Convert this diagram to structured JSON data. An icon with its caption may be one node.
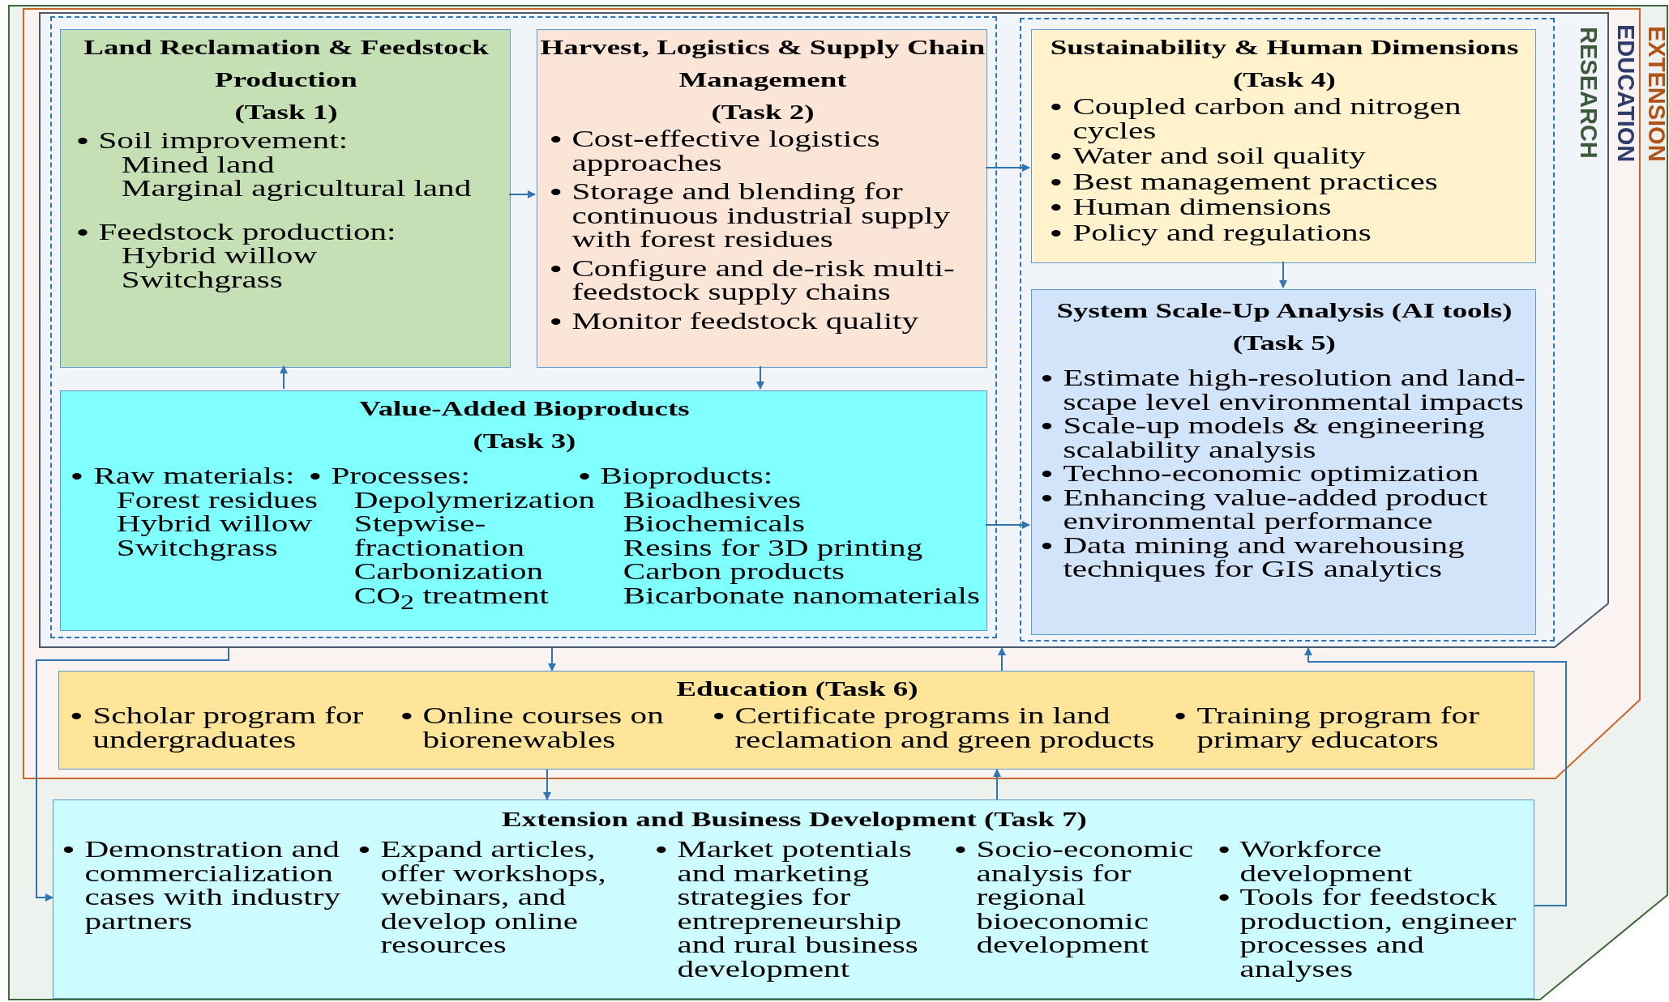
{
  "diagram": {
    "nodes": [
      {
        "text": [
          "EXTENSION"
        ]
      },
      {
        "text": [
          "EDUCATION"
        ],
        "in": 0
      },
      {
        "text": [
          "RESEARCH"
        ],
        "in": 1
      },
      {
        "text": [],
        "shape": "box",
        "in": 2
      },
      {
        "text": [],
        "shape": "box",
        "in": 2
      },
      {
        "text": [
          "Land Reclamation & Feedstock Production",
          "(Task 1)",
          "Soil improvement:",
          "Mined land",
          "Marginal agricultural land",
          "Feedstock production:",
          "Hybrid willow",
          "Switchgrass"
        ],
        "in": 3
      },
      {
        "text": [
          "Harvest, Logistics & Supply Chain Management",
          "(Task 2)",
          "Cost-effective logistics approaches",
          "Storage and blending for continuous industrial supply with forest residues",
          "Configure and de-risk multi-feedstock supply chains",
          "Monitor feedstock quality"
        ],
        "in": 3
      },
      {
        "text": [
          "Value-Added Bioproducts",
          "(Task 3)",
          "Raw materials:",
          "Forest residues",
          "Hybrid willow",
          "Switchgrass",
          "Processes:",
          "Depolymerization",
          "Stepwise-fractionation",
          "Carbonization",
          "CO$_{2}$ treatment",
          "Bioproducts:",
          "Bioadhesives",
          "Biochemicals",
          "Resins for 3D printing",
          "Carbon products",
          "Bicarbonate nanomaterials"
        ],
        "in": 3
      },
      {
        "text": [
          "Sustainability & Human Dimensions",
          "(Task 4)",
          "Coupled carbon and nitrogen cycles",
          "Water and soil quality",
          "Best management practices",
          "Human dimensions",
          "Policy and regulations"
        ],
        "in": 4
      },
      {
        "text": [
          "System Scale-Up Analysis (AI tools)",
          "(Task 5)",
          "Estimate high-resolution and land-scape level environmental impacts",
          "Scale-up models & engineering scalability analysis",
          "Techno-economic optimization",
          "Enhancing value-added product environmental performance",
          "Data mining and warehousing techniques for GIS analytics"
        ],
        "in": 4
      },
      {
        "text": [
          "Education (Task 6)",
          "Scholar program for undergraduates",
          "Online courses on biorenewables",
          "Certificate programs in land reclamation and green products",
          "Training program for primary educators"
        ],
        "in": 1
      },
      {
        "text": [
          "Extension and Business Development (Task 7)",
          "Demonstration and commercialization cases with industry partners",
          "Expand articles, offer workshops, webinars, and develop online resources",
          "Market potentials and marketing strategies for entrepreneurship and rural business development",
          "Socio-economic analysis for regional bioeconomic development",
          "Workforce development",
          "Tools for feedstock production, engineer processes and analyses"
        ],
        "in": 0
      }
    ],
    "edges": [
      {
        "from": 5,
        "to": 6,
        "arrow": "to"
      },
      {
        "from": 6,
        "to": 8,
        "arrow": "to"
      },
      {
        "from": 7,
        "to": 9,
        "arrow": "to"
      },
      {
        "from": 7,
        "to": 5,
        "arrow": "to"
      },
      {
        "from": 6,
        "to": 7,
        "arrow": "to"
      },
      {
        "from": 8,
        "to": 9,
        "arrow": "to"
      },
      {
        "from": 2,
        "to": 10,
        "arrow": "to"
      },
      {
        "from": 10,
        "to": 2,
        "arrow": "to"
      },
      {
        "from": 2,
        "to": 11,
        "arrow": "to"
      },
      {
        "from": 10,
        "to": 11,
        "arrow": "to"
      },
      {
        "from": 11,
        "to": 10,
        "arrow": "to"
      },
      {
        "from": 11,
        "to": 2,
        "arrow": "to"
      }
    ]
  }
}
